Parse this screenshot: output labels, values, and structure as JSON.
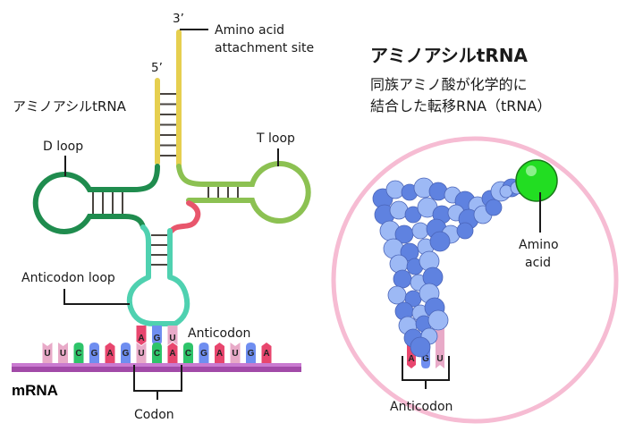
{
  "diagram": {
    "left_title": "アミノアシルtRNA",
    "right_title": "アミノアシルtRNA",
    "right_subtitle_lines": [
      "同族アミノ酸が化学的に",
      "結合した転移RNA（tRNA）"
    ],
    "labels": {
      "three_prime": "3’",
      "five_prime": "5’",
      "amino_acid_attachment_line1": "Amino acid",
      "amino_acid_attachment_line2": "attachment site",
      "d_loop": "D loop",
      "t_loop": "T loop",
      "anticodon_loop": "Anticodon loop",
      "anticodon": "Anticodon",
      "codon": "Codon",
      "mrna": "mRNA",
      "amino_acid_line1": "Amino",
      "amino_acid_line2": "acid",
      "anticodon_right": "Anticodon"
    },
    "mrna_bases": [
      "U",
      "U",
      "C",
      "G",
      "A",
      "G",
      "U",
      "C",
      "A",
      "C",
      "G",
      "A",
      "U",
      "G",
      "A"
    ],
    "codon_indices": [
      6,
      7,
      8
    ],
    "anticodon_bases": [
      "A",
      "G",
      "U"
    ],
    "model_anticodon_bases": [
      "A",
      "G",
      "U"
    ],
    "base_colors": {
      "A": "#e8466e",
      "G": "#6f8ef0",
      "C": "#2ec46a",
      "U": "#e8aac8"
    },
    "colors": {
      "acceptor_stem": "#e6cf4f",
      "d_arm": "#1f8c4e",
      "t_arm": "#8cc152",
      "anticodon_arm": "#4fd1b0",
      "variable_loop": "#e8566c",
      "mrna_backbone": "#a24aa8",
      "mrna_backbone_light": "#c97ad0",
      "circle_outline": "#f6bcd3",
      "amino_acid_ball": "#22dd22",
      "trna_model_dark": "#5f82e0",
      "trna_model_light": "#9db9f5"
    }
  }
}
